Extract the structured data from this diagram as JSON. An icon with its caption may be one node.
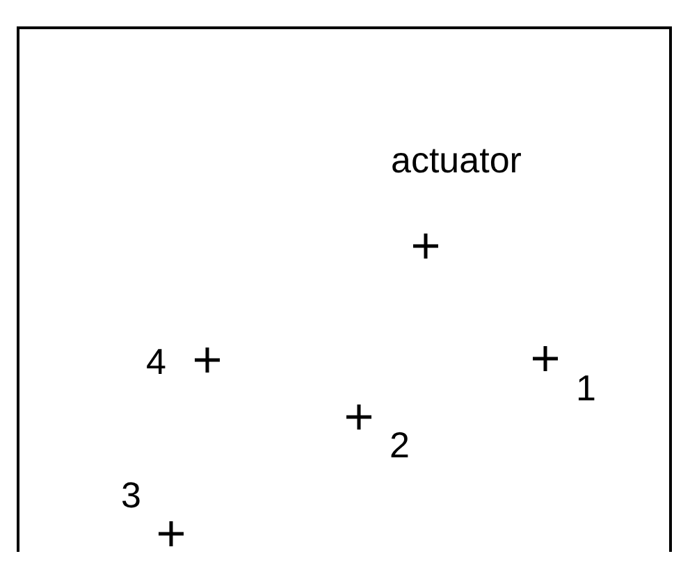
{
  "diagram": {
    "labels": [
      "actuator",
      "4",
      "1",
      "2",
      "3"
    ]
  }
}
